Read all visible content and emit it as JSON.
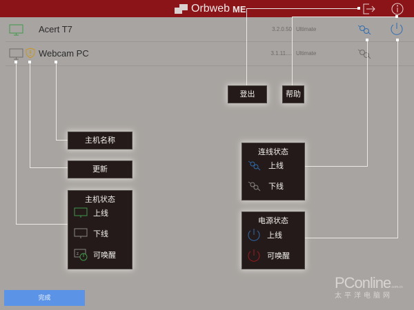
{
  "header": {
    "logo_main": "Orbweb",
    "logo_suffix": "ME"
  },
  "devices": [
    {
      "name": "Acert T7",
      "version": "3.2.0.50",
      "plan": "Ultimate",
      "status": "online"
    },
    {
      "name": "Webcam PC",
      "version": "3.1.11....",
      "plan": "Ultimate",
      "status": "offline",
      "warning": true
    }
  ],
  "callouts": {
    "logout": "登出",
    "help": "帮助",
    "host_name": "主机名称",
    "update": "更新"
  },
  "host_status": {
    "title": "主机状态",
    "items": [
      "上线",
      "下线",
      "可唤醒"
    ]
  },
  "connection_status": {
    "title": "连线状态",
    "items": [
      "上线",
      "下线"
    ]
  },
  "power_status": {
    "title": "电源状态",
    "items": [
      "上线",
      "可唤醒"
    ]
  },
  "done_button": "完成",
  "watermark": {
    "main": "PConline",
    "domain": ".com.cn",
    "cn": "太平洋电脑网"
  },
  "colors": {
    "header": "#8b1418",
    "online_green": "#3f9a4a",
    "blue": "#2f6db0",
    "red": "#8b1418",
    "done": "#5b94e6"
  }
}
